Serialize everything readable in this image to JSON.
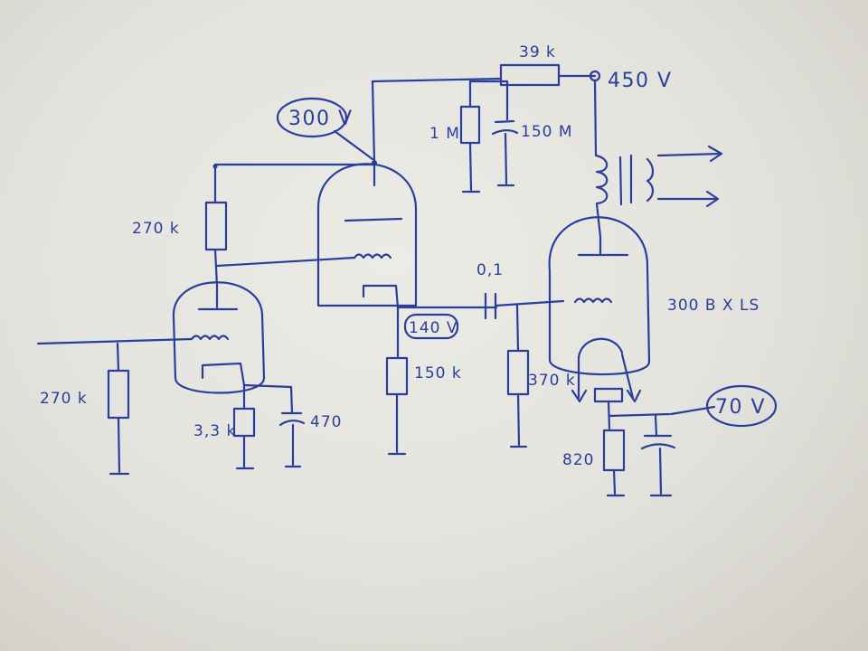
{
  "labels": {
    "r_anode_feed": "39 k",
    "supply_voltage": "450 V",
    "v_driver_anode": "300 V",
    "r_bleed": "1 M",
    "c_reservoir": "150 M",
    "r_first_anode": "270 k",
    "r_grid_input": "270 k",
    "r_cathode_first": "3,3 k",
    "c_cathode_first": "470",
    "v_driver_cathode": "140 V",
    "r_cathode_follower": "150 k",
    "c_coupling": "0,1",
    "r_grid_output": "370 k",
    "output_tube": "300 B X LS",
    "v_output_cathode": "70 V",
    "r_cathode_output": "820"
  },
  "colors": {
    "ink": "#2a3f9c",
    "paper": "#e6e5df"
  }
}
